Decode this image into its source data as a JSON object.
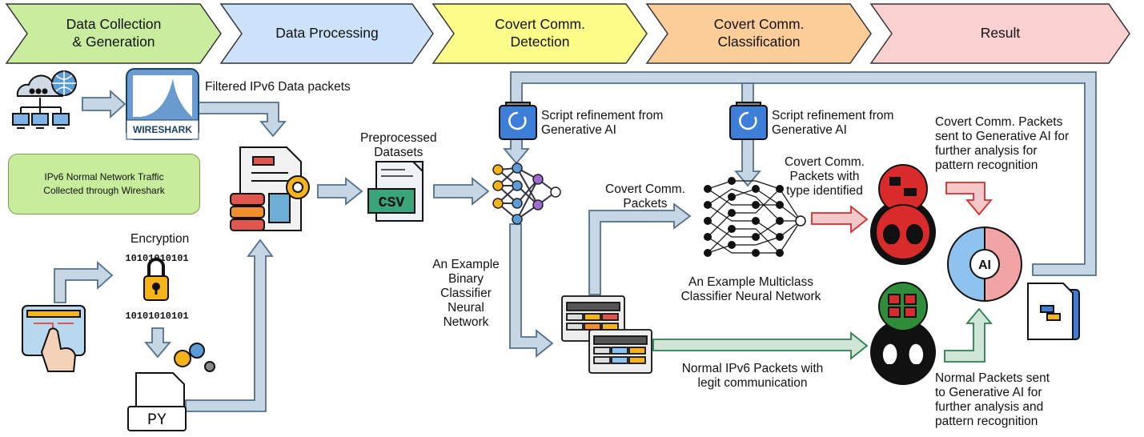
{
  "stages": [
    {
      "line1": "Data Collection",
      "line2": "& Generation",
      "color": "#c9ec9f"
    },
    {
      "line1": "Data Processing",
      "line2": "",
      "color": "#cce2fa"
    },
    {
      "line1": "Covert Comm.",
      "line2": "Detection",
      "color": "#fdfd8a"
    },
    {
      "line1": "Covert Comm.",
      "line2": "Classification",
      "color": "#fccd99"
    },
    {
      "line1": "Result",
      "line2": "",
      "color": "#fbd0d0"
    }
  ],
  "labels": {
    "wireshark_logo": "WIRESHARK",
    "filtered": "Filtered IPv6 Data packets",
    "normal_traffic_note_1": "IPv6 Normal Network Traffic",
    "normal_traffic_note_2": "Collected through Wireshark",
    "encryption": "Encryption",
    "py_file": "PY",
    "preprocessed_1": "Preprocessed",
    "preprocessed_2": "Datasets",
    "csv": "CSV",
    "script_refine_a_1": "Script refinement from",
    "script_refine_a_2": "Generative AI",
    "script_refine_b_1": "Script refinement from",
    "script_refine_b_2": "Generative AI",
    "binary_1": "An Example",
    "binary_2": "Binary",
    "binary_3": "Classifier",
    "binary_4": "Neural",
    "binary_5": "Network",
    "covert_packets_1": "Covert Comm.",
    "covert_packets_2": "Packets",
    "typed_1": "Covert Comm.",
    "typed_2": "Packets with",
    "typed_3": "type identified",
    "multiclass_1": "An Example Multiclass",
    "multiclass_2": "Classifier Neural Network",
    "normal_ipv6_1": "Normal IPv6 Packets with",
    "normal_ipv6_2": "legit communication",
    "covert_sent_1": "Covert Comm. Packets",
    "covert_sent_2": "sent to Generative AI for",
    "covert_sent_3": "further analysis for",
    "covert_sent_4": "pattern recognition",
    "normal_sent_1": "Normal Packets sent",
    "normal_sent_2": "to Generative AI for",
    "normal_sent_3": "further analysis and",
    "normal_sent_4": "pattern recognition",
    "ai": "AI",
    "binary_digits": "10101010101"
  },
  "colors": {
    "arrow_fill": "#c7d6e4",
    "arrow_stroke": "#53708a",
    "covert_red": "#d92b2b",
    "normal_green": "#2e7d4f",
    "refresh_blue": "#3d7fd8"
  }
}
